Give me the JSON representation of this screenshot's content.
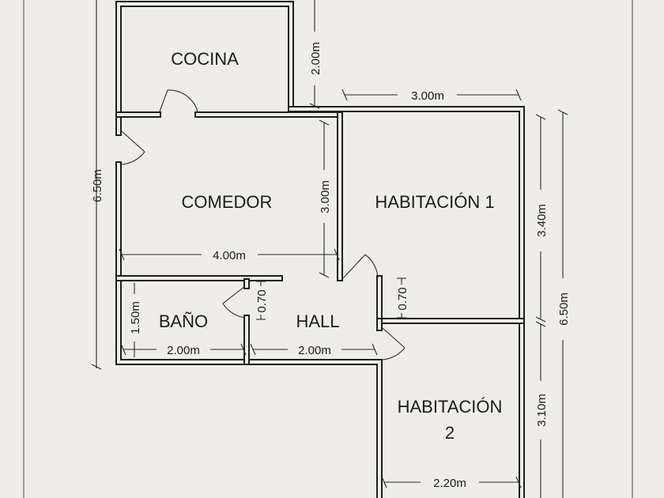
{
  "plan": {
    "rooms": {
      "cocina": "COCINA",
      "comedor": "COMEDOR",
      "habitacion_1": "HABITACIÓN 1",
      "habitacion_2_line1": "HABITACIÓN",
      "habitacion_2_line2": "2",
      "bano": "BAÑO",
      "hall": "HALL"
    },
    "dimensions": {
      "overall_left_height": "6.50m",
      "cocina_height": "2.00m",
      "hab1_width": "3.00m",
      "comedor_height": "3.00m",
      "comedor_width": "4.00m",
      "hab1_height": "3.40m",
      "overall_right_height": "6.50m",
      "bano_door": "0.70",
      "hab1_door": "0.70",
      "bano_height": "1.50m",
      "bano_width": "2.00m",
      "hall_width": "2.00m",
      "hab2_height": "3.10m",
      "hab2_width": "2.20m"
    }
  },
  "colors": {
    "paper": "#eeede8",
    "wall": "#1e1e1e",
    "ink": "#1c1c1c"
  }
}
